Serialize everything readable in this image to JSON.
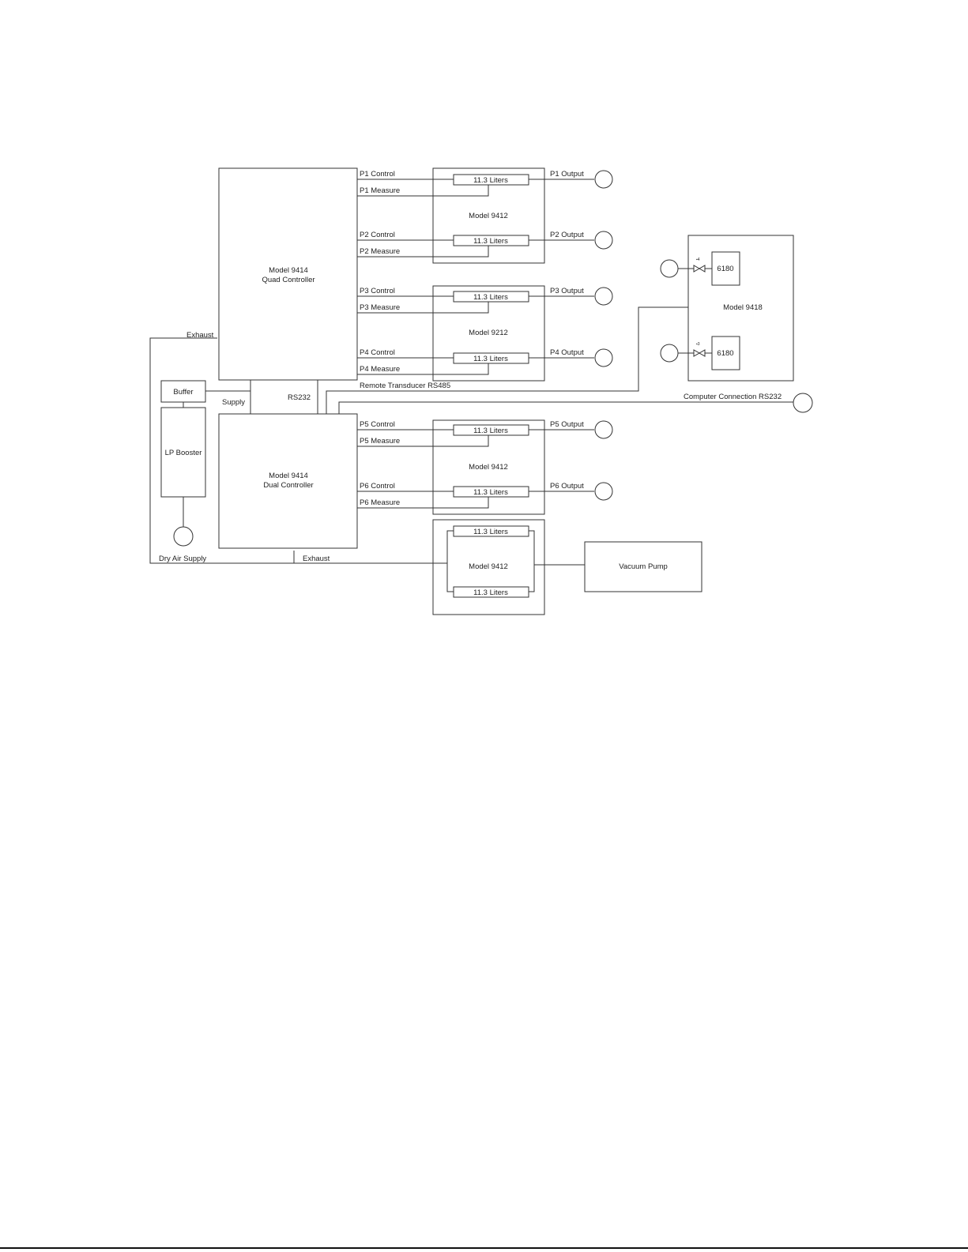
{
  "labels": {
    "quad_controller": [
      "Model 9414",
      "Quad Controller"
    ],
    "dual_controller": [
      "Model 9414",
      "Dual Controller"
    ],
    "model_9412_top": "Model 9412",
    "model_9212": "Model 9212",
    "model_9412_mid": "Model 9412",
    "model_9412_vac": "Model 9412",
    "model_9418": "Model 9418",
    "vacuum_pump": "Vacuum Pump",
    "buffer": "Buffer",
    "lp_booster": "LP Booster",
    "dry_air_supply": "Dry Air Supply",
    "exhaust_top": "Exhaust",
    "exhaust_bottom": "Exhaust",
    "supply": "Supply",
    "rs232": "RS232",
    "remote_transducer": "Remote Transducer RS485",
    "computer_connection": "Computer Connection RS232",
    "transducer_6180_a": "6180",
    "transducer_6180_b": "6180",
    "valve_tag_a": "▪4",
    "valve_tag_b": "▪3"
  },
  "channels": [
    {
      "control": "P1 Control",
      "measure": "P1 Measure",
      "volume": "11.3 Liters",
      "output": "P1 Output"
    },
    {
      "control": "P2 Control",
      "measure": "P2 Measure",
      "volume": "11.3 Liters",
      "output": "P2 Output"
    },
    {
      "control": "P3 Control",
      "measure": "P3 Measure",
      "volume": "11.3 Liters",
      "output": "P3 Output"
    },
    {
      "control": "P4 Control",
      "measure": "P4 Measure",
      "volume": "11.3 Liters",
      "output": "P4 Output"
    },
    {
      "control": "P5 Control",
      "measure": "P5 Measure",
      "volume": "11.3 Liters",
      "output": "P5 Output"
    },
    {
      "control": "P6 Control",
      "measure": "P6 Measure",
      "volume": "11.3 Liters",
      "output": "P6 Output"
    }
  ],
  "vacuum_volumes": [
    "11.3 Liters",
    "11.3 Liters"
  ]
}
